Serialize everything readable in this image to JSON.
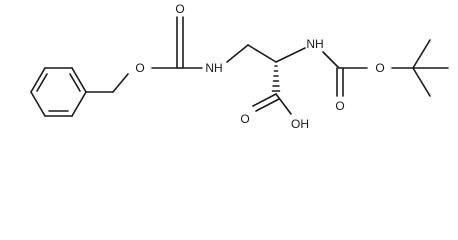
{
  "molecule": {
    "atoms": {
      "benzyl_ester_O": "O",
      "cbz_carbonyl_O": "O",
      "cbz_NH": "NH",
      "boc_NH": "NH",
      "boc_ester_O": "O",
      "boc_carbonyl_O": "O",
      "acid_carbonyl_O": "O",
      "acid_OH": "OH"
    },
    "colors": {
      "ink": "#1a1a1a",
      "background": "#ffffff"
    }
  }
}
